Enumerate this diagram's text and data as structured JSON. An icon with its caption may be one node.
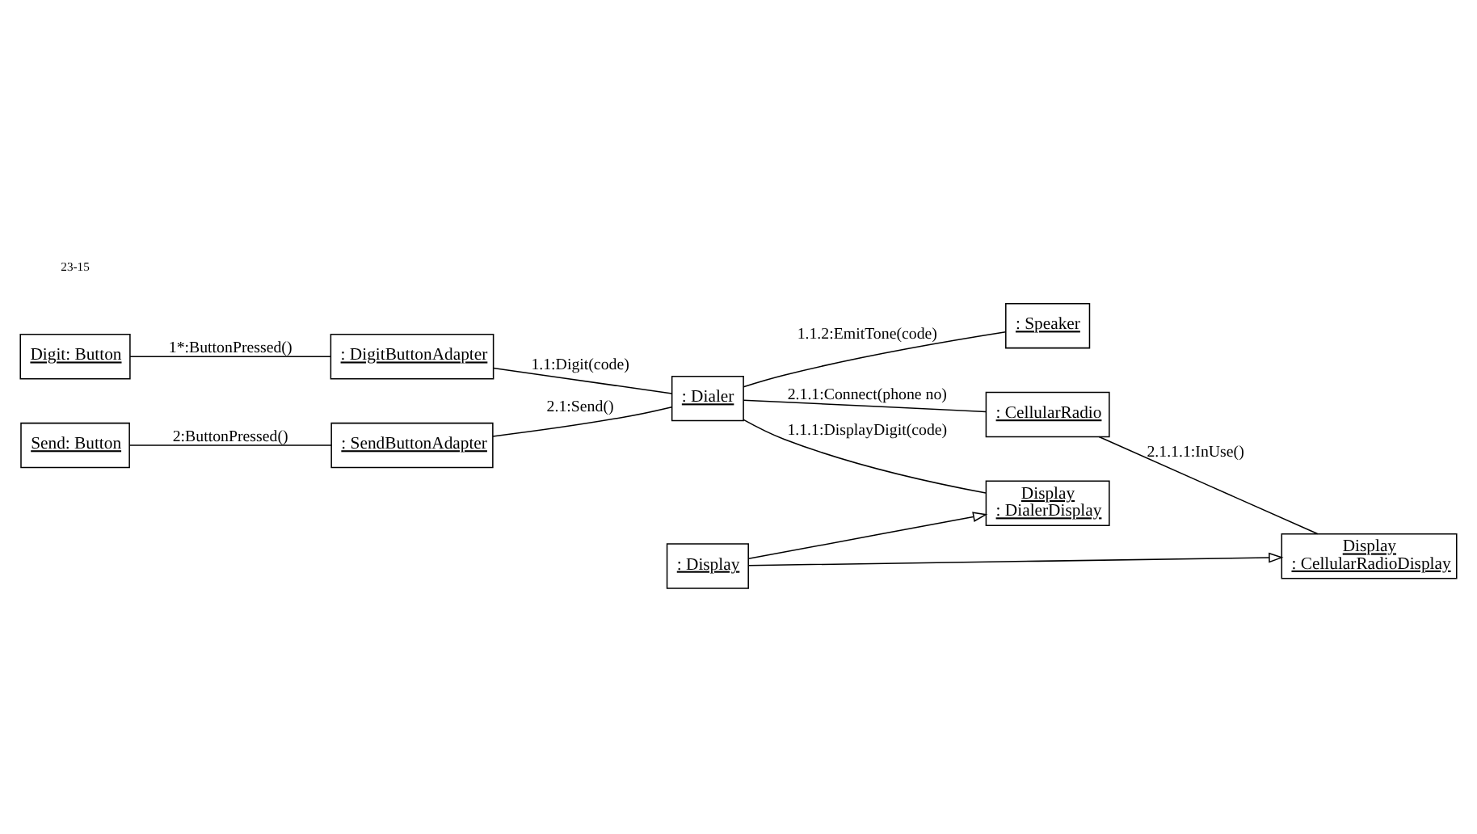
{
  "diagram": {
    "nodes": [
      {
        "text": [
          "Digit: Button"
        ]
      },
      {
        "text": [
          ": DigitButtonAdapter"
        ]
      },
      {
        "text": [
          ": Dialer"
        ]
      },
      {
        "text": [
          "Send: Button"
        ]
      },
      {
        "text": [
          ": SendButtonAdapter"
        ]
      },
      {
        "text": [
          ": Speaker"
        ]
      },
      {
        "text": [
          ": CellularRadio"
        ]
      },
      {
        "text": [
          "Display",
          ": CellularRadioDisplay"
        ]
      },
      {
        "text": [
          "Display",
          ": DialerDisplay"
        ]
      },
      {
        "text": [
          ": Display"
        ]
      }
    ],
    "edges": [
      {
        "from": 0,
        "to": 1,
        "arrow": "none",
        "label": "1*:ButtonPressed()"
      },
      {
        "from": 1,
        "to": 2,
        "arrow": "none",
        "label": "1.1:Digit(code)"
      },
      {
        "from": 3,
        "to": 4,
        "arrow": "none",
        "label": "2:ButtonPressed()"
      },
      {
        "from": 4,
        "to": 2,
        "arrow": "none",
        "label": "2.1:Send()"
      },
      {
        "from": 2,
        "to": 5,
        "arrow": "none",
        "label": "1.1.2:EmitTone(code)"
      },
      {
        "from": 2,
        "to": 6,
        "arrow": "none",
        "label": "2.1.1:Connect(phone no)"
      },
      {
        "from": 2,
        "to": 8,
        "arrow": "none",
        "label": "1.1.1:DisplayDigit(code)"
      },
      {
        "from": 6,
        "to": 7,
        "arrow": "none",
        "label": "2.1.1.1:InUse()"
      },
      {
        "from": 9,
        "to": 7,
        "arrow": "to"
      },
      {
        "from": 9,
        "to": 8,
        "arrow": "to"
      }
    ],
    "labels": [
      "23-15"
    ]
  }
}
